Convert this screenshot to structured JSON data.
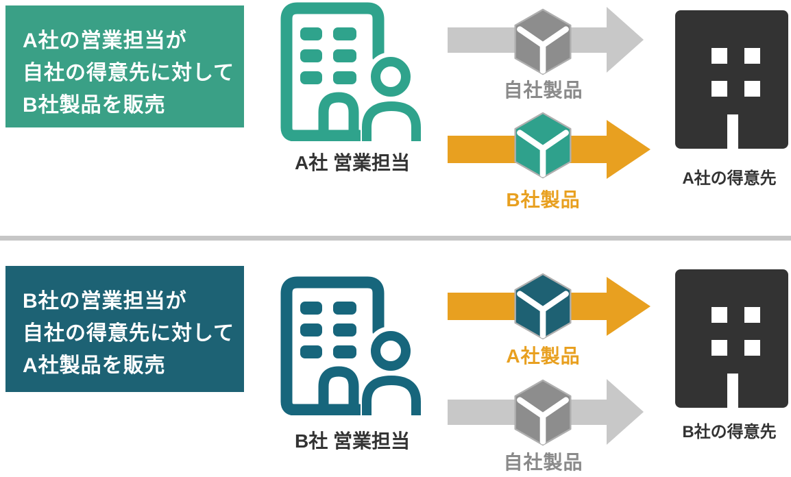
{
  "colors": {
    "company_a_accent": "#3AA086",
    "company_b_accent": "#1D6274",
    "company_a_icon": "#2FA38C",
    "company_b_icon": "#17667C",
    "dark_text": "#333333",
    "gray_arrow": "#C8C8C8",
    "gray_label": "#8A8A8A",
    "gray_cube": "#8D8D8D",
    "orange_highlight": "#E8A020",
    "teal_cube": "#2FA18C",
    "dark_teal_cube": "#1E6173",
    "divider": "#C6C6C6"
  },
  "icons": {
    "seller": "office-building-with-salesperson-icon",
    "product": "cube-package-icon",
    "arrow": "right-arrow-icon",
    "buyer": "client-building-icon"
  },
  "sections": [
    {
      "title_lines": [
        "A社の営業担当が",
        "自社の得意先に対して",
        "B社製品を販売"
      ],
      "seller_label": "A社 営業担当",
      "buyer_label": "A社の得意先",
      "flows": [
        {
          "product_label": "自社製品",
          "style": "gray"
        },
        {
          "product_label": "B社製品",
          "style": "orange"
        }
      ]
    },
    {
      "title_lines": [
        "B社の営業担当が",
        "自社の得意先に対して",
        "A社製品を販売"
      ],
      "seller_label": "B社 営業担当",
      "buyer_label": "B社の得意先",
      "flows": [
        {
          "product_label": "A社製品",
          "style": "orange"
        },
        {
          "product_label": "自社製品",
          "style": "gray"
        }
      ]
    }
  ]
}
